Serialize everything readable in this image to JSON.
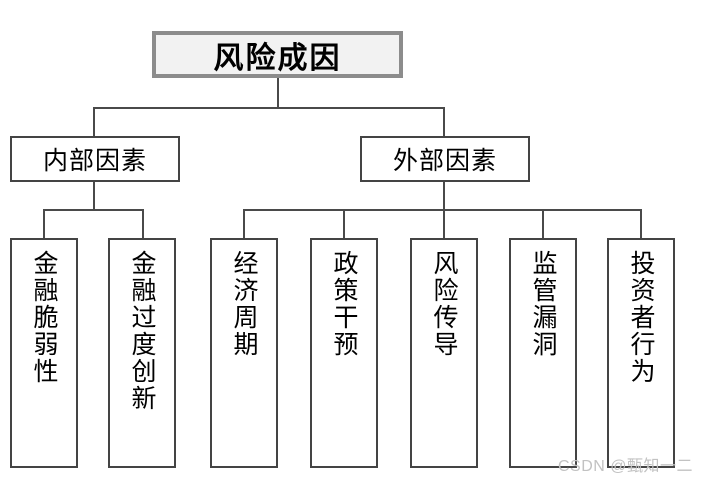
{
  "diagram": {
    "type": "tree",
    "root": {
      "id": "root",
      "label": "风险成因",
      "fill": "#f2f2f2",
      "border": "#8c8c8c"
    },
    "level2": [
      {
        "id": "internal",
        "label": "内部因素"
      },
      {
        "id": "external",
        "label": "外部因素"
      }
    ],
    "leaves": [
      {
        "id": "leaf-1",
        "parent": "internal",
        "label": "金融脆弱性"
      },
      {
        "id": "leaf-2",
        "parent": "internal",
        "label": "金融过度创新"
      },
      {
        "id": "leaf-3",
        "parent": "external",
        "label": "经济周期"
      },
      {
        "id": "leaf-4",
        "parent": "external",
        "label": "政策干预"
      },
      {
        "id": "leaf-5",
        "parent": "external",
        "label": "风险传导"
      },
      {
        "id": "leaf-6",
        "parent": "external",
        "label": "监管漏洞"
      },
      {
        "id": "leaf-7",
        "parent": "external",
        "label": "投资者行为"
      }
    ],
    "colors": {
      "line": "#4a4a4a",
      "node_border": "#444444",
      "root_border": "#8c8c8c",
      "root_fill": "#f2f2f2",
      "background": "#ffffff",
      "watermark": "#c2c2c2"
    }
  },
  "watermark": {
    "text": "CSDN @甄知一二"
  }
}
